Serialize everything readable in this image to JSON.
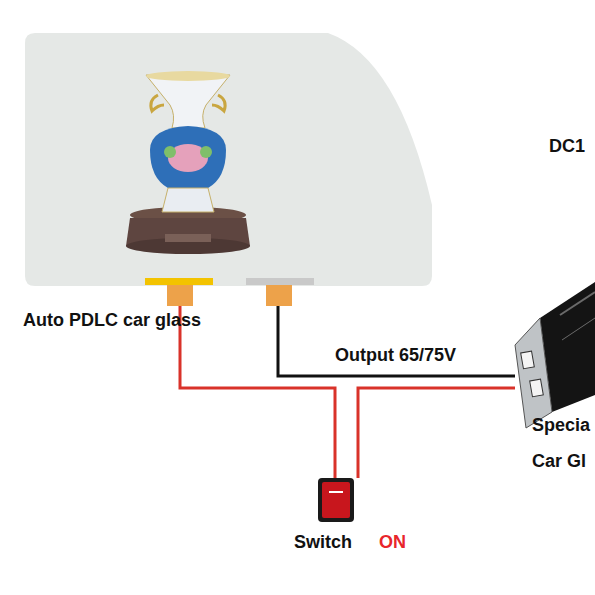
{
  "diagram": {
    "nodes": [
      {
        "text": [
          "Auto PDLC car glass"
        ]
      },
      {
        "text": [
          "Switch",
          "ON"
        ]
      },
      {
        "text": [
          "Specia Car Gl"
        ]
      }
    ],
    "edges": [
      {
        "from": 0,
        "to": 1,
        "arrow": "none"
      },
      {
        "from": 1,
        "to": 2,
        "arrow": "none"
      },
      {
        "from": 0,
        "to": 2,
        "arrow": "none",
        "label": "Output 65/75V"
      }
    ],
    "labels": [
      "DC1"
    ]
  }
}
